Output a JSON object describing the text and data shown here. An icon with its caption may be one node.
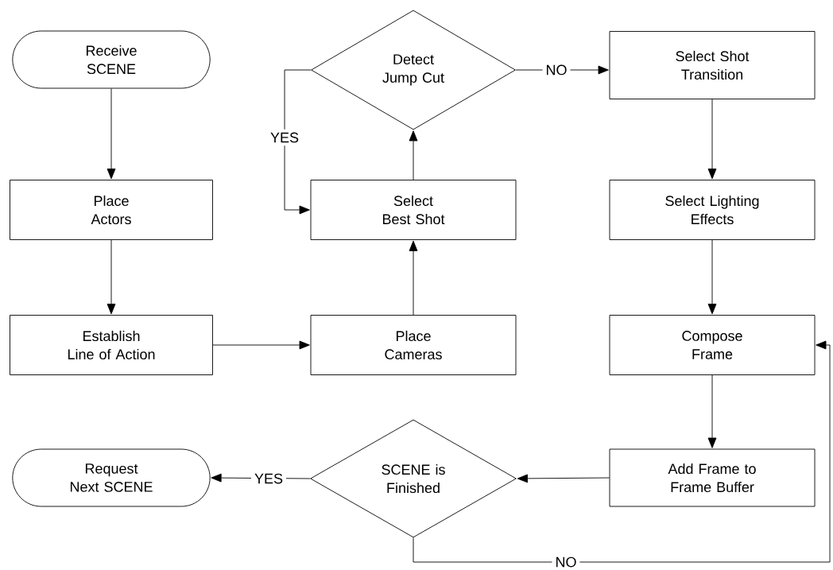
{
  "diagram": {
    "nodes": [
      {
        "text": [
          "Receive SCENE"
        ]
      },
      {
        "text": [
          "Place Actors"
        ]
      },
      {
        "text": [
          "Establish Line of Action"
        ]
      },
      {
        "text": [
          "Place Cameras"
        ]
      },
      {
        "text": [
          "Select Best Shot"
        ]
      },
      {
        "text": [
          "Detect Jump Cut"
        ]
      },
      {
        "text": [
          "Select Shot Transition"
        ]
      },
      {
        "text": [
          "Select Lighting Effects"
        ]
      },
      {
        "text": [
          "Compose Frame"
        ]
      },
      {
        "text": [
          "Add Frame to Frame Buffer"
        ]
      },
      {
        "text": [
          "SCENE is Finished"
        ]
      },
      {
        "text": [
          "Request Next SCENE"
        ]
      }
    ],
    "edges": [
      {
        "from": 0,
        "to": 1,
        "arrow": "to"
      },
      {
        "from": 1,
        "to": 2,
        "arrow": "to"
      },
      {
        "from": 2,
        "to": 3,
        "arrow": "to"
      },
      {
        "from": 3,
        "to": 4,
        "arrow": "to"
      },
      {
        "from": 4,
        "to": 5,
        "arrow": "to"
      },
      {
        "from": 5,
        "to": 4,
        "arrow": "to",
        "label": "YES"
      },
      {
        "from": 5,
        "to": 6,
        "arrow": "to",
        "label": "NO"
      },
      {
        "from": 6,
        "to": 7,
        "arrow": "to"
      },
      {
        "from": 7,
        "to": 8,
        "arrow": "to"
      },
      {
        "from": 8,
        "to": 9,
        "arrow": "to"
      },
      {
        "from": 9,
        "to": 10,
        "arrow": "to"
      },
      {
        "from": 10,
        "to": 11,
        "arrow": "to",
        "label": "YES"
      },
      {
        "from": 10,
        "to": 8,
        "arrow": "to",
        "label": "NO"
      }
    ]
  }
}
